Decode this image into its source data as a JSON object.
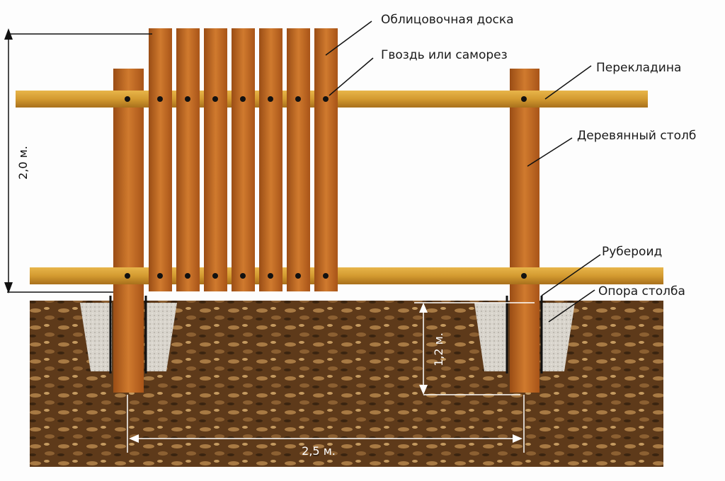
{
  "labels": {
    "facing_board": "Облицовочная доска",
    "nail": "Гвоздь или саморез",
    "crossbar": "Перекладина",
    "post": "Деревянный столб",
    "roofing_felt": "Рубероид",
    "post_support": "Опора столба"
  },
  "dimensions": {
    "height": "2,0 м.",
    "depth": "1,2 м.",
    "span": "2,5 м."
  },
  "colors": {
    "wood": "#b8621f",
    "rail": "#d9a23a",
    "soil": "#6b4320",
    "concrete": "#d8d4cc"
  }
}
